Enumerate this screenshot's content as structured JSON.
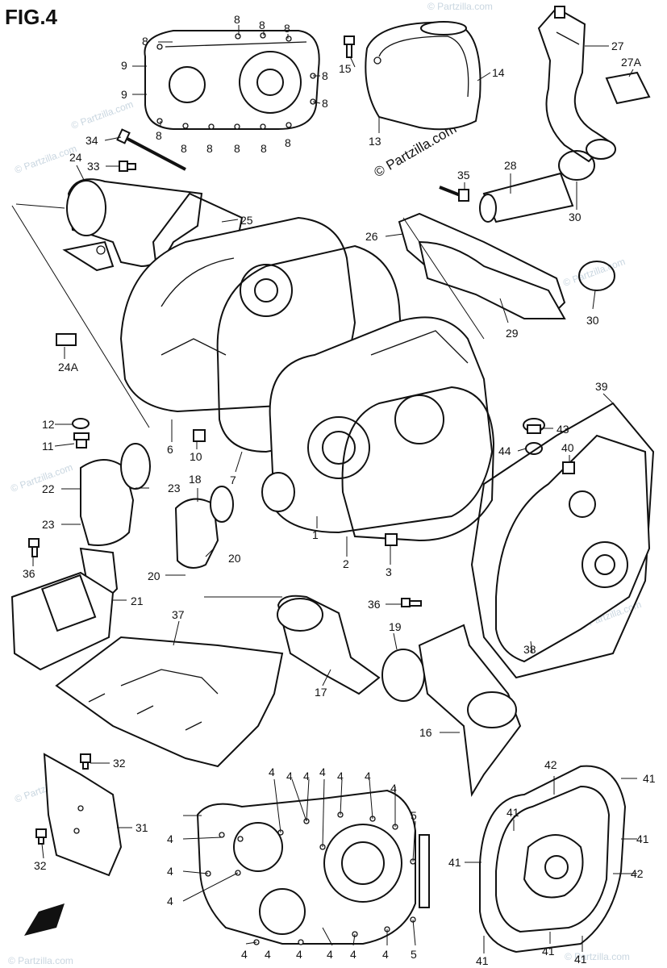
{
  "figure_title": "FIG.4",
  "watermark_main": "© Partzilla.com",
  "watermark_faint": "© Partzilla.com",
  "fwd_label": "FWD",
  "callouts": {
    "c1": "1",
    "c2": "2",
    "c3": "3",
    "c4": "4",
    "c5": "5",
    "c6": "6",
    "c7": "7",
    "c8": "8",
    "c9": "9",
    "c10": "10",
    "c11": "11",
    "c12": "12",
    "c13": "13",
    "c14": "14",
    "c15": "15",
    "c16": "16",
    "c17": "17",
    "c18": "18",
    "c19": "19",
    "c20": "20",
    "c21": "21",
    "c22": "22",
    "c23": "23",
    "c24": "24",
    "c24a": "24A",
    "c25": "25",
    "c26": "26",
    "c27": "27",
    "c27a": "27A",
    "c28": "28",
    "c29": "29",
    "c30": "30",
    "c31": "31",
    "c32": "32",
    "c33": "33",
    "c34": "34",
    "c35": "35",
    "c36": "36",
    "c37": "37",
    "c38": "38",
    "c39": "39",
    "c40": "40",
    "c41": "41",
    "c42": "42",
    "c43": "43",
    "c44": "44"
  }
}
